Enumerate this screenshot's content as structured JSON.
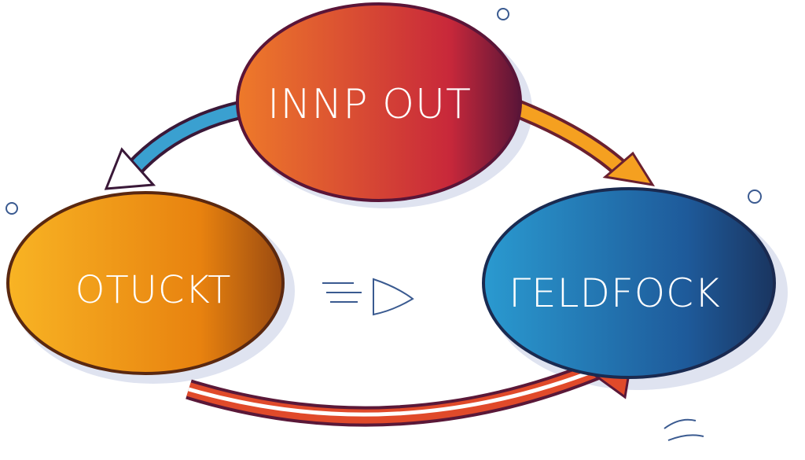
{
  "nodes": {
    "top": {
      "label": "INNP OUT",
      "color_start": "#ee7a2a",
      "color_end": "#c8283a",
      "shade": "#5a1538"
    },
    "left": {
      "label": "OTUCKT",
      "color_start": "#f8b424",
      "color_end": "#e8820f",
      "shade": "#9a4a10"
    },
    "right": {
      "label": "ΓELDFOCK",
      "color_start": "#2a9ad0",
      "color_end": "#1e5a9a",
      "shade": "#1a3560"
    }
  },
  "arrows": {
    "top_to_left": {
      "color": "#3aa0d0"
    },
    "top_to_right": {
      "color": "#f5a020"
    },
    "right_to_left": {
      "color": "#e04a2a"
    }
  }
}
